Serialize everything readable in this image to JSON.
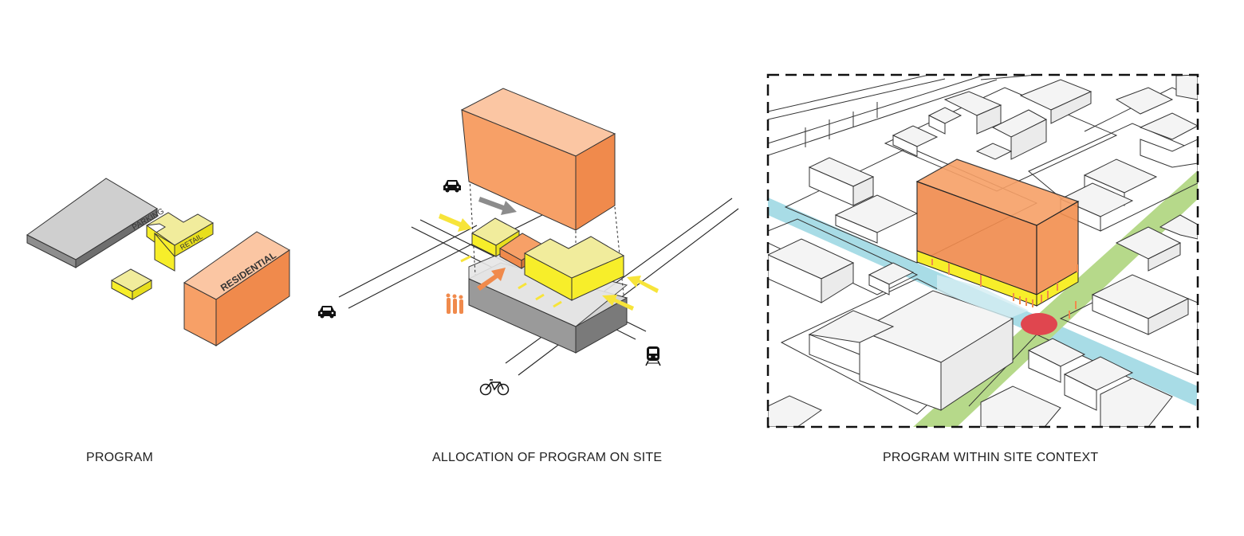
{
  "panels": [
    {
      "caption": "PROGRAM"
    },
    {
      "caption": "ALLOCATION OF PROGRAM ON SITE"
    },
    {
      "caption": "PROGRAM WITHIN SITE CONTEXT"
    }
  ],
  "program_labels": {
    "parking": "PARKING",
    "retail": "RETAIL",
    "residential": "RESIDENTIAL"
  },
  "colors": {
    "residential_top": "#fbc6a3",
    "residential_side": "#f7a067",
    "residential_front": "#f08a4c",
    "retail_top": "#f1ec9c",
    "retail_side": "#f7ee2a",
    "parking_top": "#cfcfcf",
    "parking_side": "#8e8e8e",
    "arrow_yellow": "#f7e43a",
    "arrow_orange": "#f08a4c",
    "arrow_gray": "#8c8c8c",
    "street_blue": "#a8dce6",
    "street_green": "#b6d98a",
    "node_red": "#e0464f"
  },
  "icons": [
    "car-icon",
    "train-icon",
    "bicycle-icon",
    "pedestrians-icon"
  ]
}
